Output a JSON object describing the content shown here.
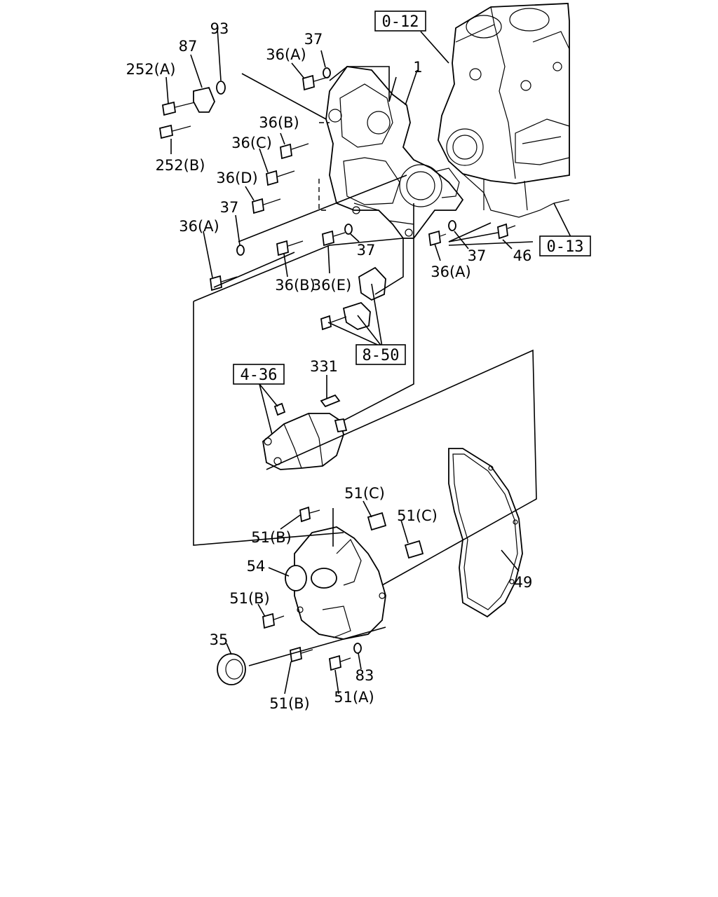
{
  "diagram": {
    "references": [
      "0-12",
      "0-13",
      "8-50",
      "4-36"
    ],
    "callouts": {
      "c1": "93",
      "c2": "87",
      "c3": "252(A)",
      "c4": "252(B)",
      "c5": "37",
      "c6": "36(A)",
      "c7": "1",
      "c8": "36(B)",
      "c9": "36(C)",
      "c10": "36(D)",
      "c11": "37",
      "c12": "36(A)",
      "c13": "36(B)",
      "c14": "36(E)",
      "c15": "37",
      "c16": "37",
      "c17": "36(A)",
      "c18": "46",
      "c19": "331",
      "c20": "51(C)",
      "c21": "51(C)",
      "c22": "51(B)",
      "c23": "54",
      "c24": "51(B)",
      "c25": "35",
      "c26": "51(B)",
      "c27": "83",
      "c28": "51(A)",
      "c29": "49"
    }
  }
}
